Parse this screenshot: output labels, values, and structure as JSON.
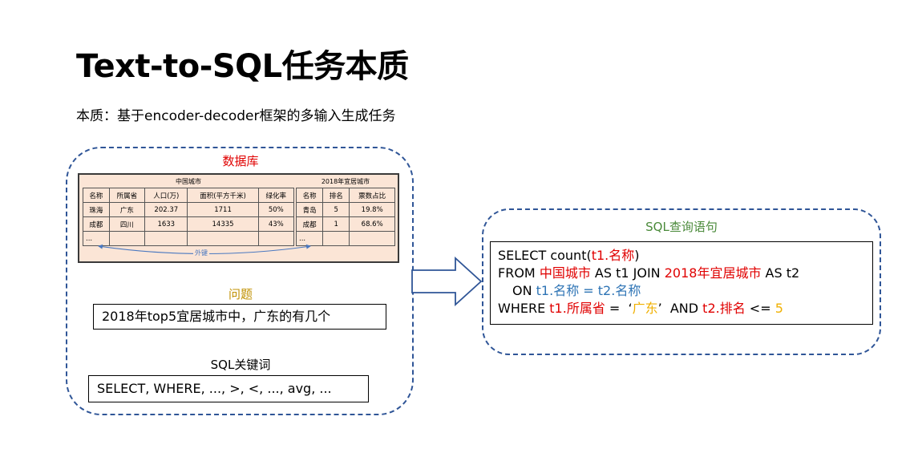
{
  "title": "Text-to-SQL任务本质",
  "subtitle": "本质：基于encoder-decoder框架的多输入生成任务",
  "database": {
    "label": "数据库",
    "table1": {
      "name": "中国城市",
      "columns": [
        "名称",
        "所属省",
        "人口(万)",
        "面积(平方千米)",
        "绿化率"
      ],
      "rows": [
        [
          "珠海",
          "广东",
          "202.37",
          "1711",
          "50%"
        ],
        [
          "成都",
          "四川",
          "1633",
          "14335",
          "43%"
        ],
        [
          "...",
          "",
          "",
          "",
          ""
        ]
      ]
    },
    "table2": {
      "name": "2018年宜居城市",
      "columns": [
        "名称",
        "排名",
        "票数占比"
      ],
      "rows": [
        [
          "青岛",
          "5",
          "19.8%"
        ],
        [
          "成都",
          "1",
          "68.6%"
        ],
        [
          "...",
          "",
          ""
        ]
      ]
    },
    "foreign_key_label": "外键"
  },
  "question": {
    "label": "问题",
    "text": "2018年top5宜居城市中，广东的有几个"
  },
  "keywords": {
    "label": "SQL关键词",
    "text": "SELECT, WHERE, ...,  >, <, ..., avg, ..."
  },
  "sql": {
    "label": "SQL查询语句",
    "line1": {
      "a": "SELECT count(",
      "b": "t1.名称",
      "c": ")"
    },
    "line2": {
      "a": "FROM ",
      "b": "中国城市",
      "c": " AS t1 JOIN ",
      "d": "2018年宜居城市",
      "e": " AS t2"
    },
    "line3": {
      "a": "ON ",
      "b": "t1.名称 = t2.名称"
    },
    "line4": {
      "a": "WHERE ",
      "b": "t1.所属省",
      "c": " =  ‘",
      "d": "广东",
      "e": "’  AND ",
      "f": "t2.排名",
      "g": " <= ",
      "h": "5"
    }
  },
  "colors": {
    "group_border": "#2f5597",
    "db_label": "#e00000",
    "question_label": "#c09000",
    "sql_label": "#4a8a3a",
    "table_name": "#e00000",
    "column_ref": "#2e74b5",
    "value": "#f0b000",
    "db_panel_fill": "#fbe5d6"
  }
}
